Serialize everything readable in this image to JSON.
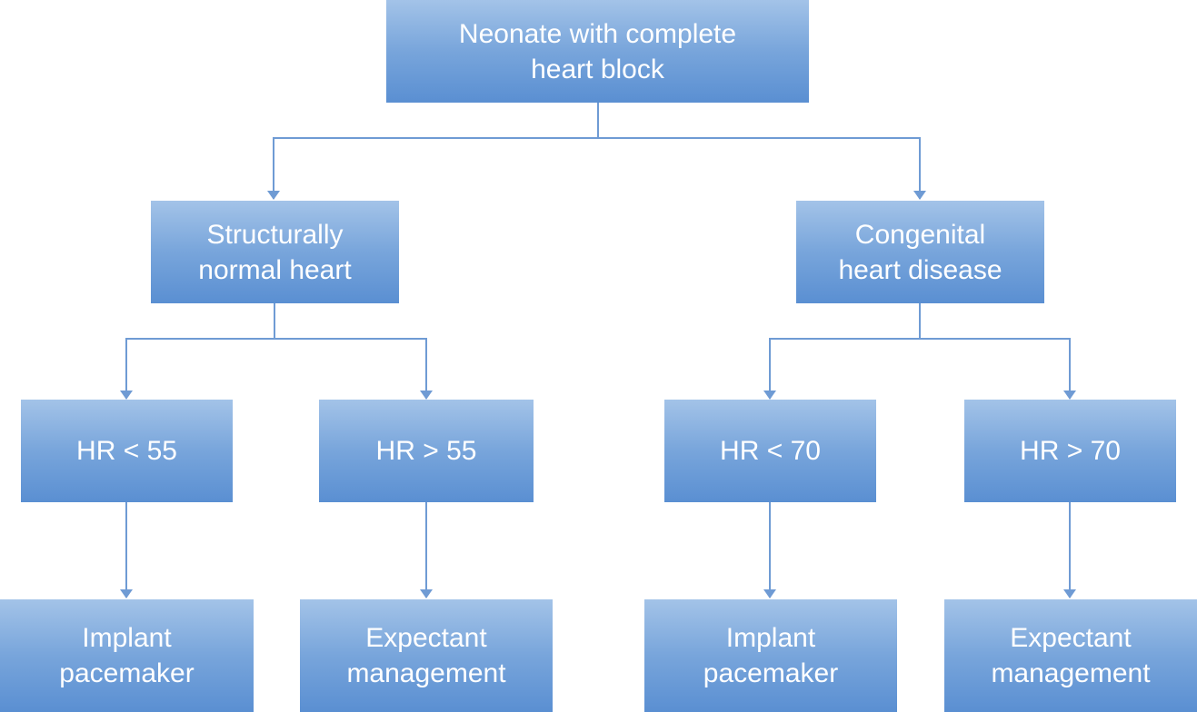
{
  "nodes": {
    "root": {
      "label": "Neonate with complete\nheart block"
    },
    "structurally_normal": {
      "label": "Structurally\nnormal heart"
    },
    "congenital": {
      "label": "Congenital\nheart disease"
    },
    "hr_lt_55": {
      "label": "HR < 55"
    },
    "hr_gt_55": {
      "label": "HR > 55"
    },
    "hr_lt_70": {
      "label": "HR < 70"
    },
    "hr_gt_70": {
      "label": "HR > 70"
    },
    "implant_1": {
      "label": "Implant\npacemaker"
    },
    "expectant_1": {
      "label": "Expectant\nmanagement"
    },
    "implant_2": {
      "label": "Implant\npacemaker"
    },
    "expectant_2": {
      "label": "Expectant\nmanagement"
    }
  },
  "colors": {
    "connector": "#6f9bd4",
    "box_top": "#a3c3e8",
    "box_bottom": "#5a8fd2",
    "text": "#ffffff"
  }
}
